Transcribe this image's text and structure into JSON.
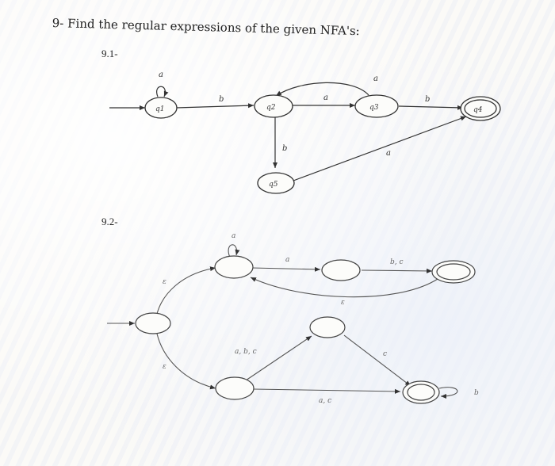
{
  "question": {
    "title": "9- Find the regular expressions of the given NFA's:",
    "part1_label": "9.1-",
    "part2_label": "9.2-"
  },
  "nfa1": {
    "states": [
      "q1",
      "q2",
      "q3",
      "q4",
      "q5"
    ],
    "start": "q1",
    "accepting": [
      "q4"
    ],
    "transitions": [
      {
        "from": "q1",
        "to": "q1",
        "label": "a"
      },
      {
        "from": "q1",
        "to": "q2",
        "label": "b"
      },
      {
        "from": "q2",
        "to": "q3",
        "label": "a"
      },
      {
        "from": "q3",
        "to": "q2",
        "label": "a"
      },
      {
        "from": "q3",
        "to": "q4",
        "label": "b"
      },
      {
        "from": "q2",
        "to": "q5",
        "label": "b"
      },
      {
        "from": "q5",
        "to": "q4",
        "label": "a"
      }
    ]
  },
  "nfa2": {
    "labels": {
      "top_self": "a",
      "top_mid": "a",
      "top_right": "b, c",
      "top_back": "ε",
      "start_up": "ε",
      "start_down": "ε",
      "bottom_up": "a, b, c",
      "bottom_right": "a, c",
      "diag_down": "c",
      "final_self": "b"
    }
  }
}
